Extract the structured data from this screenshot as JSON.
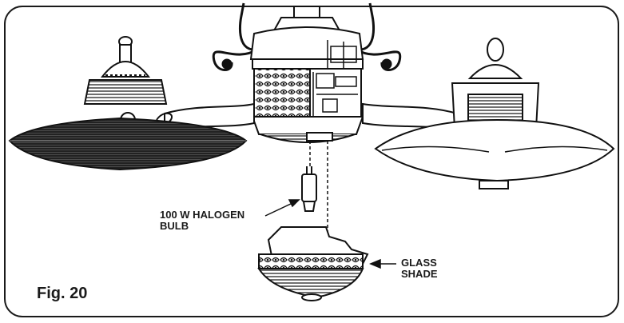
{
  "figure": {
    "label": "Fig. 20"
  },
  "callouts": {
    "bulb": {
      "line1": "100 W HALOGEN",
      "line2": "BULB"
    },
    "shade": {
      "line1": "GLASS",
      "line2": "SHADE"
    }
  },
  "colors": {
    "ink": "#1a1a1a",
    "background": "#ffffff"
  }
}
